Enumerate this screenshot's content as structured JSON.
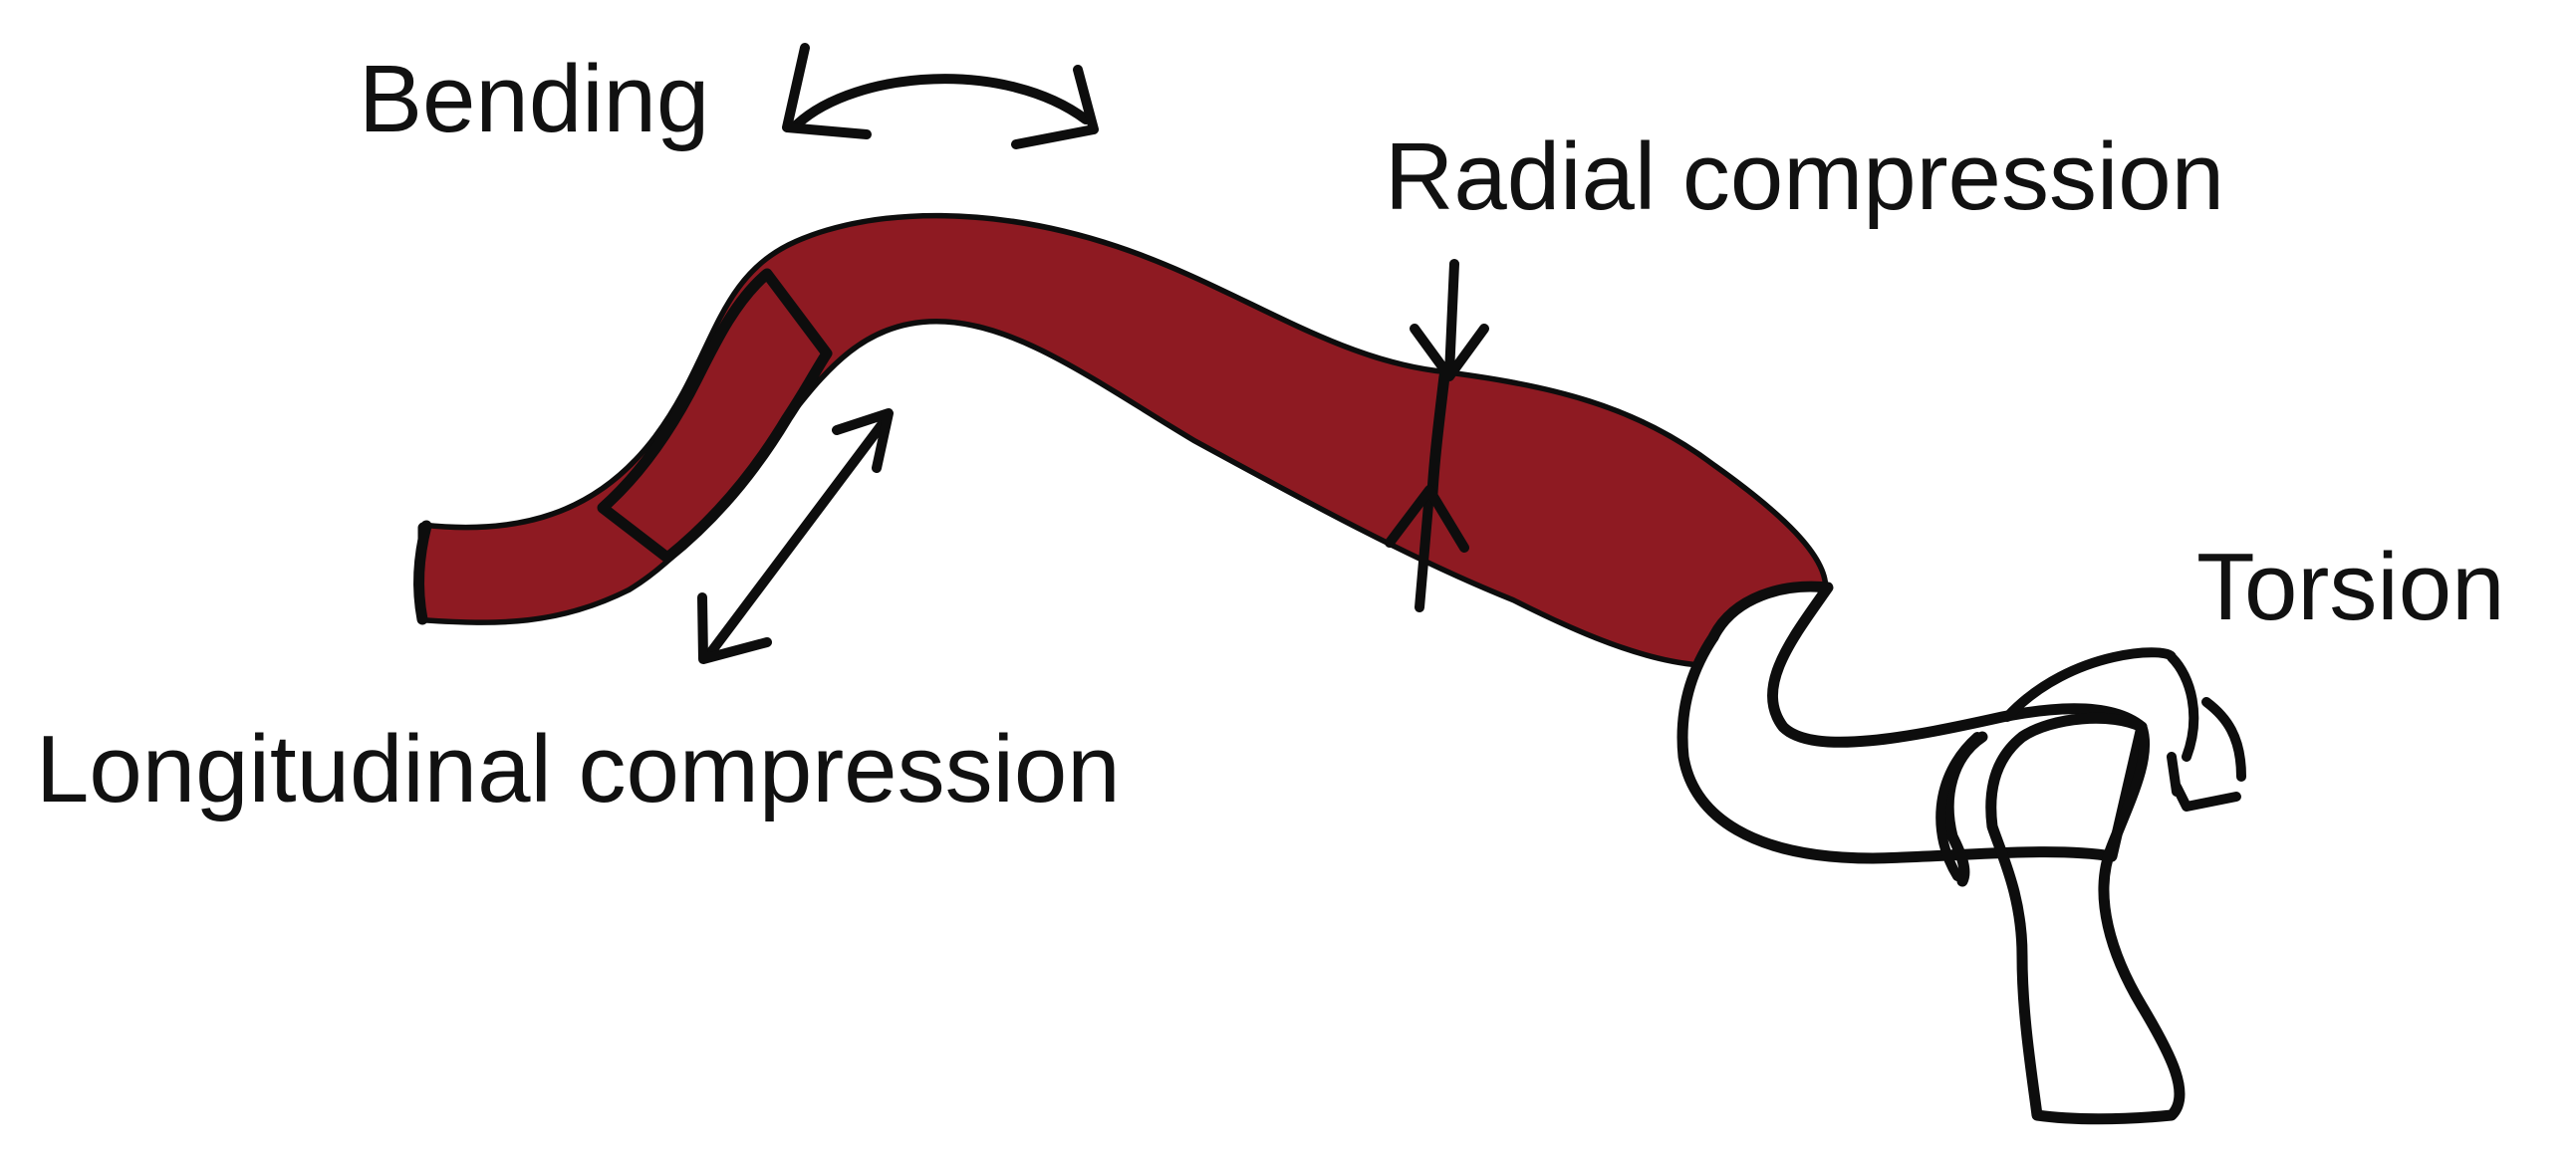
{
  "labels": {
    "bending": "Bending",
    "radial_compression": "Radial compression",
    "torsion": "Torsion",
    "longitudinal_compression": "Longitudinal compression"
  },
  "colors": {
    "vessel": "#8e1a22",
    "vessel_dark": "#5c0d12",
    "vessel_bright": "#a8141e",
    "stent": "#d8303a",
    "outline": "#0d0d0d",
    "background": "#ffffff"
  }
}
